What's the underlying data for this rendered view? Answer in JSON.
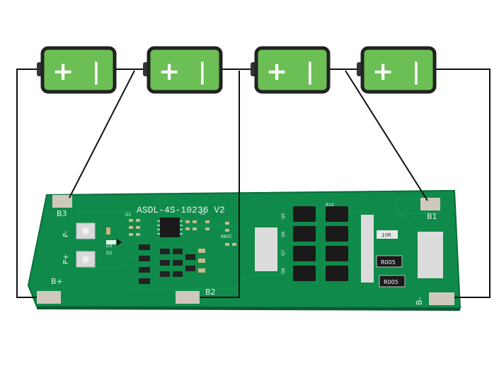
{
  "colors": {
    "battery_fill": "#6cbf55",
    "battery_border": "#222222",
    "pcb": "#0f8a4a",
    "pcb_edge": "#0a6e3a",
    "pad": "#cfc9bd",
    "wire": "#111111",
    "chip": "#1a1a1a",
    "background": "#ffffff"
  },
  "batteries": [
    {
      "plus": "+",
      "minus": "|"
    },
    {
      "plus": "+",
      "minus": "|"
    },
    {
      "plus": "+",
      "minus": "|"
    },
    {
      "plus": "+",
      "minus": "|"
    }
  ],
  "board": {
    "title": "ASDL-4S-10236 V2",
    "pads": {
      "b3": "B3",
      "b2": "B2",
      "b1": "B1",
      "b_plus": "B+",
      "b_minus": "B-",
      "p_minus": "P-",
      "p_plus": "P+"
    },
    "resistors": {
      "r1": "10R",
      "r2": "R005",
      "r3": "R005"
    },
    "small_labels": {
      "d1": "D1",
      "d3": "D3",
      "d2": "D2",
      "ntc": "RNTC",
      "q5": "Q5",
      "q6": "Q6",
      "q7": "Q7",
      "q8": "Q8",
      "u2": "U2",
      "r10": "R10"
    }
  }
}
